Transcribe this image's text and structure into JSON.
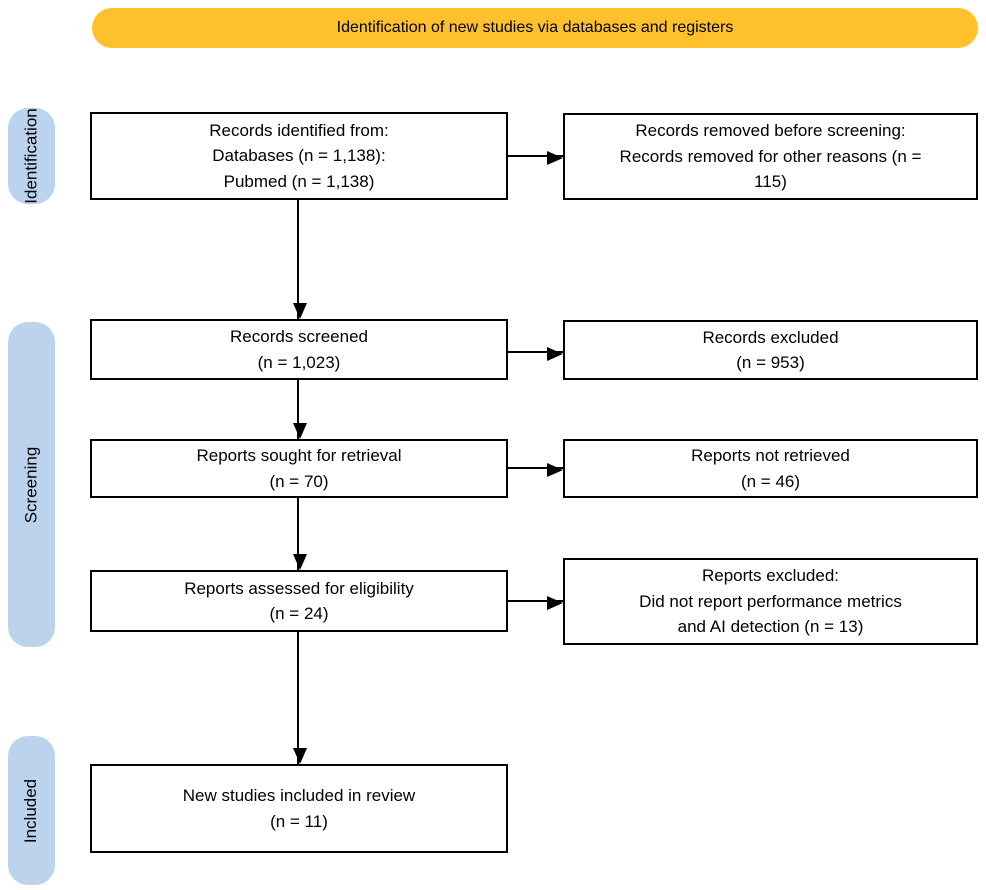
{
  "banner": {
    "label": "Identification of new studies via databases and registers",
    "bg_color": "#FFC12B"
  },
  "sidebar": {
    "bg_color": "#BCD3EE",
    "stages": [
      {
        "label": "Identification"
      },
      {
        "label": "Screening"
      },
      {
        "label": "Included"
      }
    ]
  },
  "boxes": {
    "records_identified": {
      "text": "Records identified from:\nDatabases (n = 1,138):\nPubmed (n = 1,138)"
    },
    "records_removed": {
      "text": "Records removed before screening:\nRecords removed for other reasons (n =\n115)"
    },
    "records_screened": {
      "text": "Records screened\n(n = 1,023)"
    },
    "records_excluded": {
      "text": "Records excluded\n(n = 953)"
    },
    "reports_sought": {
      "text": "Reports sought for retrieval\n(n = 70)"
    },
    "reports_not_retrieved": {
      "text": "Reports not retrieved\n(n = 46)"
    },
    "reports_assessed": {
      "text": "Reports assessed for eligibility\n(n = 24)"
    },
    "reports_excluded": {
      "text": "Reports excluded:\nDid not report performance metrics\nand AI detection (n = 13)"
    },
    "new_studies": {
      "text": "New studies included in review\n(n = 11)"
    }
  }
}
